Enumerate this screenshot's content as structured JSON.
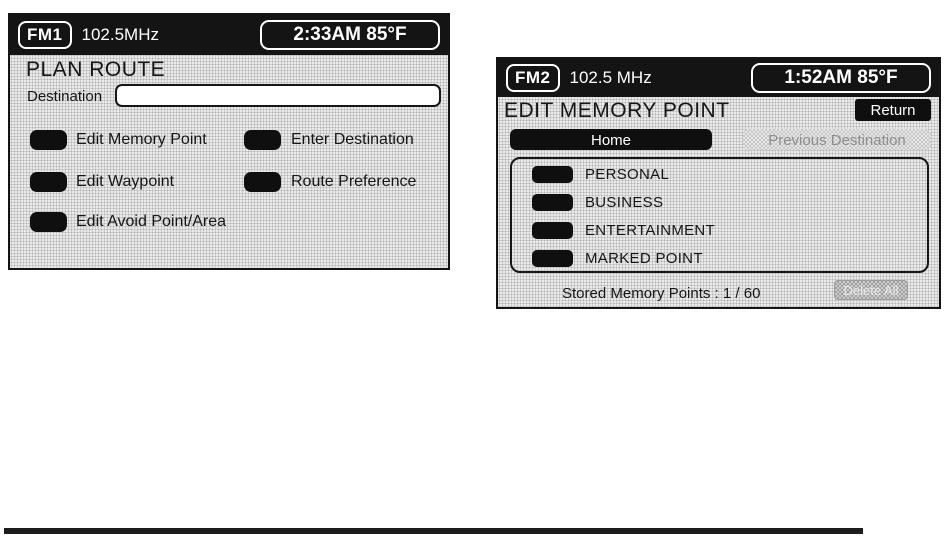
{
  "left_screen": {
    "band": "FM1",
    "frequency": "102.5MHz",
    "clock": "2:33AM 85°F",
    "title": "PLAN ROUTE",
    "destination": {
      "label": "Destination",
      "value": ""
    },
    "menu_left": [
      "Edit Memory Point",
      "Edit Waypoint",
      "Edit Avoid Point/Area"
    ],
    "menu_right": [
      "Enter Destination",
      "Route Preference"
    ]
  },
  "right_screen": {
    "band": "FM2",
    "frequency": "102.5 MHz",
    "clock": "1:52AM 85°F",
    "title": "EDIT MEMORY POINT",
    "return_label": "Return",
    "tabs": {
      "home": "Home",
      "previous_destination": "Previous Destination"
    },
    "categories": [
      "PERSONAL",
      "BUSINESS",
      "ENTERTAINMENT",
      "MARKED POINT"
    ],
    "status": "Stored Memory Points : 1 / 60",
    "delete_all": "Delete All"
  },
  "colors": {
    "screen_black": "#141414",
    "halftone_base": "#e9e9e9",
    "halftone_dot": "#b3b3b3",
    "disabled_text": "#8d8d8d"
  }
}
